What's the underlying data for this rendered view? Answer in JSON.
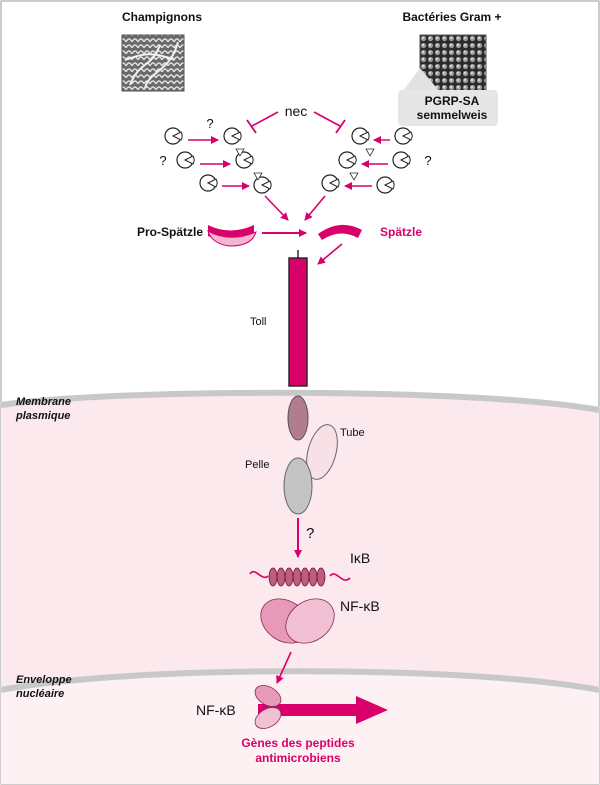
{
  "labels": {
    "champignons": "Champignons",
    "bacteries": "Bactéries Gram +",
    "pgrp_line1": "PGRP-SA",
    "pgrp_line2": "semmelweis",
    "nec": "nec",
    "question": "?",
    "pro_spatzle": "Pro-Spätzle",
    "spatzle": "Spätzle",
    "toll": "Toll",
    "membrane_line1": "Membrane",
    "membrane_line2": "plasmique",
    "tube": "Tube",
    "pelle": "Pelle",
    "ikb": "IκB",
    "nfkb": "NF-κB",
    "enveloppe_line1": "Enveloppe",
    "enveloppe_line2": "nucléaire",
    "nfkb_nucleus": "NF-κB",
    "genes_line1": "Gènes des peptides",
    "genes_line2": "antimicrobiens"
  },
  "colors": {
    "accent": "#d9006c",
    "cytoplasm": "#fbe9ee",
    "nucleus": "#fdf1f3",
    "membrane": "#c8c8c8",
    "border": "#999999"
  },
  "icons": {
    "fungi_photo": "fungi-micrograph-image",
    "bacteria_photo": "bacteria-micrograph-image",
    "protease": "pacman-protease-icon"
  }
}
